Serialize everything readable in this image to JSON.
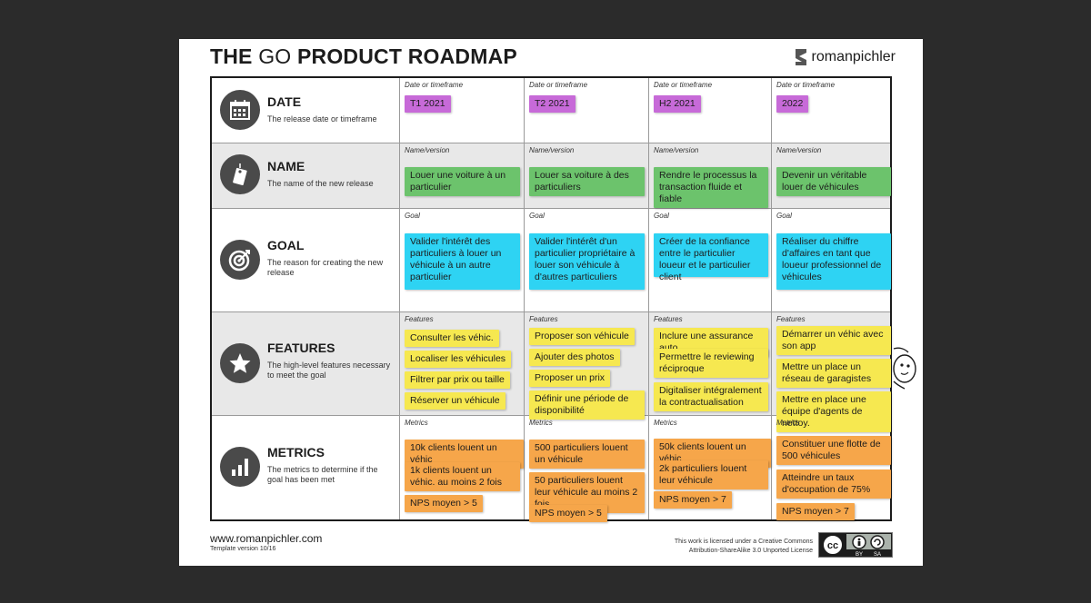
{
  "title": {
    "bold1": "THE",
    "light": "GO",
    "bold2": "PRODUCT ROADMAP"
  },
  "brand": {
    "name": "romanpichler",
    "icon": "romanpichler-logo-icon"
  },
  "rows": [
    {
      "key": "date",
      "title": "DATE",
      "desc": "The release date or timeframe",
      "icon": "calendar-icon",
      "caption": "Date or timeframe",
      "cells": [
        [
          "T1 2021"
        ],
        [
          "T2 2021"
        ],
        [
          "H2 2021"
        ],
        [
          "2022"
        ]
      ]
    },
    {
      "key": "name",
      "title": "NAME",
      "desc": "The name of the new release",
      "icon": "tag-icon",
      "caption": "Name/version",
      "cells": [
        [
          "Louer une voiture à un particulier"
        ],
        [
          "Louer sa voiture à des particuliers"
        ],
        [
          "Rendre le processus la transaction fluide et fiable"
        ],
        [
          "Devenir un véritable louer de véhicules"
        ]
      ]
    },
    {
      "key": "goal",
      "title": "GOAL",
      "desc": "The reason for creating the new release",
      "icon": "target-icon",
      "caption": "Goal",
      "cells": [
        [
          "Valider l'intérêt des particuliers à louer un véhicule à un autre particulier"
        ],
        [
          "Valider l'intérêt d'un particulier propriétaire à louer son véhicule à d'autres particuliers"
        ],
        [
          "Créer de la confiance entre le particulier loueur et le particulier client"
        ],
        [
          "Réaliser du chiffre d'affaires en tant que loueur professionnel de véhicules"
        ]
      ]
    },
    {
      "key": "features",
      "title": "FEATURES",
      "desc": "The high-level features necessary to meet the goal",
      "icon": "star-icon",
      "caption": "Features",
      "cells": [
        [
          "Consulter les véhic.",
          "Localiser les véhicules",
          "Filtrer par prix ou taille",
          "Réserver un véhicule"
        ],
        [
          "Proposer son véhicule",
          "Ajouter des photos",
          "Proposer un prix",
          "Définir une période de disponibilité"
        ],
        [
          "Inclure une assurance auto",
          "Permettre le reviewing réciproque",
          "Digitaliser intégralement la contractualisation"
        ],
        [
          "Démarrer un véhic avec son app",
          "Mettre un place un réseau de garagistes",
          "Mettre en place une équipe d'agents de nettoy."
        ]
      ]
    },
    {
      "key": "metrics",
      "title": "METRICS",
      "desc": "The metrics to determine if the goal has been met",
      "icon": "bar-chart-icon",
      "caption": "Metrics",
      "cells": [
        [
          "10k clients louent un véhic",
          "1k clients louent un véhic. au moins 2 fois",
          "NPS moyen > 5"
        ],
        [
          "500 particuliers louent un véhicule",
          "50 particuliers louent leur véhicule au moins 2 fois",
          "NPS moyen > 5"
        ],
        [
          "50k clients louent un véhic",
          "2k particuliers louent leur véhicule",
          "NPS moyen > 7"
        ],
        [
          "Constituer une flotte de 500 véhicules",
          "Atteindre un taux d'occupation de 75%",
          "NPS moyen > 7"
        ]
      ]
    }
  ],
  "footer": {
    "url": "www.romanpichler.com",
    "version": "Template version 10/16",
    "license_line1": "This work is licensed under a Creative Commons",
    "license_line2": "Attribution-ShareAlike 3.0 Unported License",
    "cc_badge": {
      "icon": "creative-commons-badge-icon",
      "by": "BY",
      "sa": "SA"
    }
  },
  "colors": {
    "date": "#c76ad8",
    "name": "#6cc36c",
    "goal": "#2ed3f3",
    "features": "#f6e850",
    "metrics": "#f6a64a",
    "background": "#2b2b2b"
  }
}
